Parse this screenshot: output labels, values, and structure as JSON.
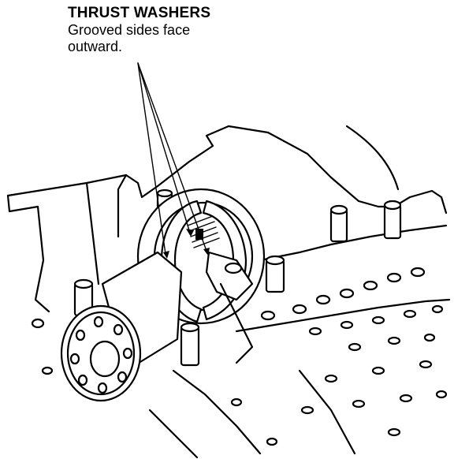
{
  "callout": {
    "title": "THRUST WASHERS",
    "note_line1": "Grooved sides face",
    "note_line2": "outward."
  }
}
